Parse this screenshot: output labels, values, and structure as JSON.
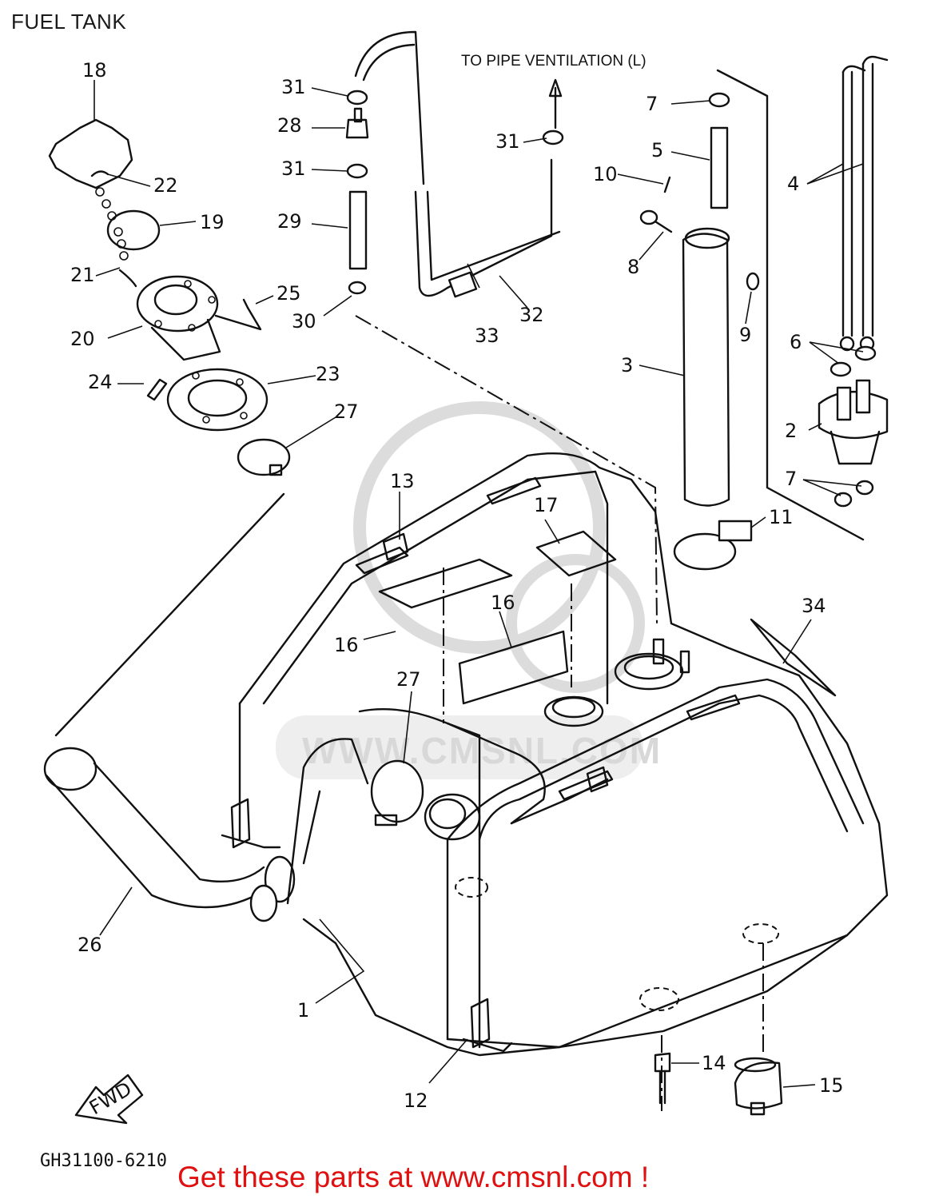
{
  "title": "FUEL TANK",
  "note": "TO PIPE VENTILATION (L)",
  "diagram_code": "GH31100-6210",
  "promo_text": "Get these parts at www.cmsnl.com !",
  "watermark_text": "WWW.CMSNL.COM",
  "fwd_label": "FWD",
  "callouts": {
    "c1": "1",
    "c2": "2",
    "c3": "3",
    "c4": "4",
    "c5": "5",
    "c6": "6",
    "c7a": "7",
    "c7b": "7",
    "c8": "8",
    "c9": "9",
    "c10": "10",
    "c11": "11",
    "c12": "12",
    "c13": "13",
    "c14": "14",
    "c15": "15",
    "c16a": "16",
    "c16b": "16",
    "c17": "17",
    "c18": "18",
    "c19": "19",
    "c20": "20",
    "c21": "21",
    "c22": "22",
    "c23": "23",
    "c24": "24",
    "c25": "25",
    "c26": "26",
    "c27a": "27",
    "c27b": "27",
    "c28": "28",
    "c29": "29",
    "c30": "30",
    "c31a": "31",
    "c31b": "31",
    "c31c": "31",
    "c32": "32",
    "c33": "33",
    "c34": "34"
  },
  "colors": {
    "line": "#111111",
    "promo": "#e01010",
    "watermark": "#d8d8d8"
  }
}
